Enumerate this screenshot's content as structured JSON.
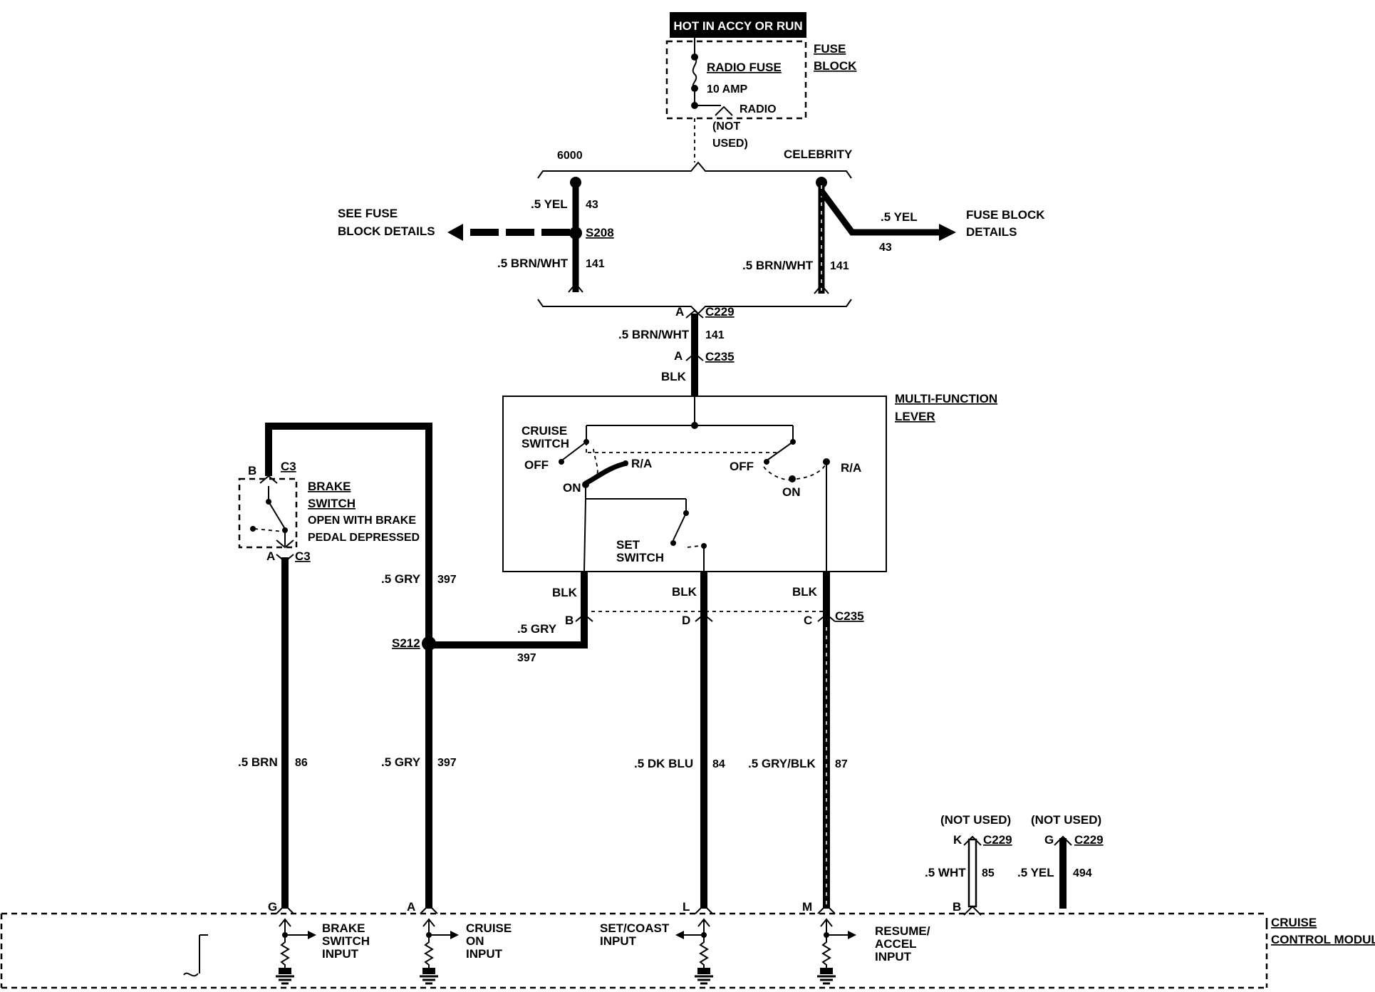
{
  "power": {
    "hot_label": "HOT IN ACCY OR RUN",
    "fuse_block_1": "FUSE",
    "fuse_block_2": "BLOCK",
    "radio_fuse": "RADIO FUSE",
    "amp": "10 AMP",
    "radio": "RADIO",
    "not_used_1": "(NOT",
    "not_used_2": "USED)"
  },
  "variants": {
    "v6000": "6000",
    "celebrity": "CELEBRITY"
  },
  "left_branch": {
    "see_fuse_1": "SEE FUSE",
    "see_fuse_2": "BLOCK DETAILS",
    "wire_yel": ".5 YEL",
    "circuit_43": "43",
    "splice": "S208",
    "wire_brnwht": ".5 BRN/WHT",
    "circuit_141": "141"
  },
  "right_branch": {
    "wire_yel": ".5 YEL",
    "circuit_43": "43",
    "fuse_details_1": "FUSE BLOCK",
    "fuse_details_2": "DETAILS",
    "wire_brnwht": ".5 BRN/WHT",
    "circuit_141": "141"
  },
  "trunk": {
    "pin_a1": "A",
    "conn_c229": "C229",
    "wire_brnwht": ".5 BRN/WHT",
    "circuit_141": "141",
    "pin_a2": "A",
    "conn_c235": "C235",
    "blk": "BLK"
  },
  "lever": {
    "title_1": "MULTI-FUNCTION",
    "title_2": "LEVER",
    "cruise_1": "CRUISE",
    "cruise_2": "SWITCH",
    "off_left": "OFF",
    "ra_left": "R/A",
    "on_left": "ON",
    "off_right": "OFF",
    "ra_right": "R/A",
    "on_right": "ON",
    "set_1": "SET",
    "set_2": "SWITCH"
  },
  "lower": {
    "blk_b": "BLK",
    "blk_d": "BLK",
    "blk_c": "BLK",
    "pin_b": "B",
    "pin_d": "D",
    "pin_c": "C",
    "conn_c235": "C235",
    "gry_h": ".5 GRY",
    "circuit_397_h": "397",
    "splice_s212": "S212"
  },
  "brake": {
    "pin_b": "B",
    "conn_c3_top": "C3",
    "title_1": "BRAKE",
    "title_2": "SWITCH",
    "desc_1": "OPEN WITH BRAKE",
    "desc_2": "PEDAL DEPRESSED",
    "pin_a": "A",
    "conn_c3_bot": "C3",
    "gry_upper": ".5 GRY",
    "circuit_397_upper": "397"
  },
  "wires": {
    "brn": ".5 BRN",
    "c86": "86",
    "gry": ".5 GRY",
    "c397": "397",
    "dkblu": ".5 DK BLU",
    "c84": "84",
    "gryblk": ".5 GRY/BLK",
    "c87": "87"
  },
  "unused": {
    "nu_k": "(NOT USED)",
    "pin_k": "K",
    "conn_k": "C229",
    "wht": ".5 WHT",
    "c85": "85",
    "pin_b": "B",
    "nu_g": "(NOT USED)",
    "pin_g": "G",
    "conn_g": "C229",
    "yel": ".5 YEL",
    "c494": "494"
  },
  "module": {
    "title_1": "CRUISE",
    "title_2": "CONTROL MODULE",
    "pin_g": "G",
    "pin_a": "A",
    "pin_l": "L",
    "pin_m": "M",
    "brake_1": "BRAKE",
    "brake_2": "SWITCH",
    "brake_3": "INPUT",
    "cruise_1": "CRUISE",
    "cruise_2": "ON",
    "cruise_3": "INPUT",
    "set_1": "SET/COAST",
    "set_2": "INPUT",
    "res_1": "RESUME/",
    "res_2": "ACCEL",
    "res_3": "INPUT"
  }
}
